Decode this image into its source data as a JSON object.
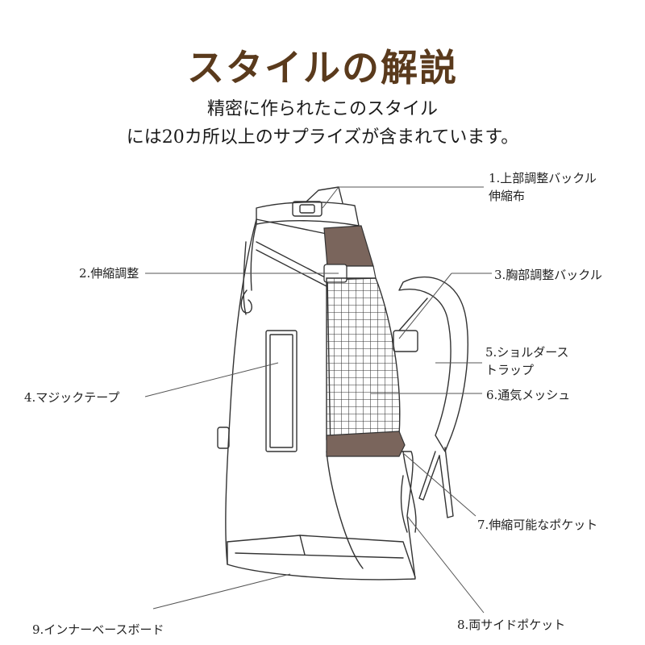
{
  "header": {
    "title": "スタイルの解説",
    "subtitle_line1": "精密に作られたこのスタイル",
    "subtitle_line2": "には20カ所以上のサプライズが含まれています。"
  },
  "labels": {
    "l1_line1": "1.上部調整バックル",
    "l1_line2": "伸縮布",
    "l2": "2.伸縮調整",
    "l3": "3.胸部調整バックル",
    "l4": "4.マジックテープ",
    "l5_line1": "5.ショルダース",
    "l5_line2": "トラップ",
    "l6": "6.通気メッシュ",
    "l7": "7.伸縮可能なポケット",
    "l8": "8.両サイドポケット",
    "l9": "9.インナーベースボード"
  },
  "colors": {
    "title": "#5a3a1c",
    "panel_brown": "#7a655c",
    "line": "#555555"
  }
}
